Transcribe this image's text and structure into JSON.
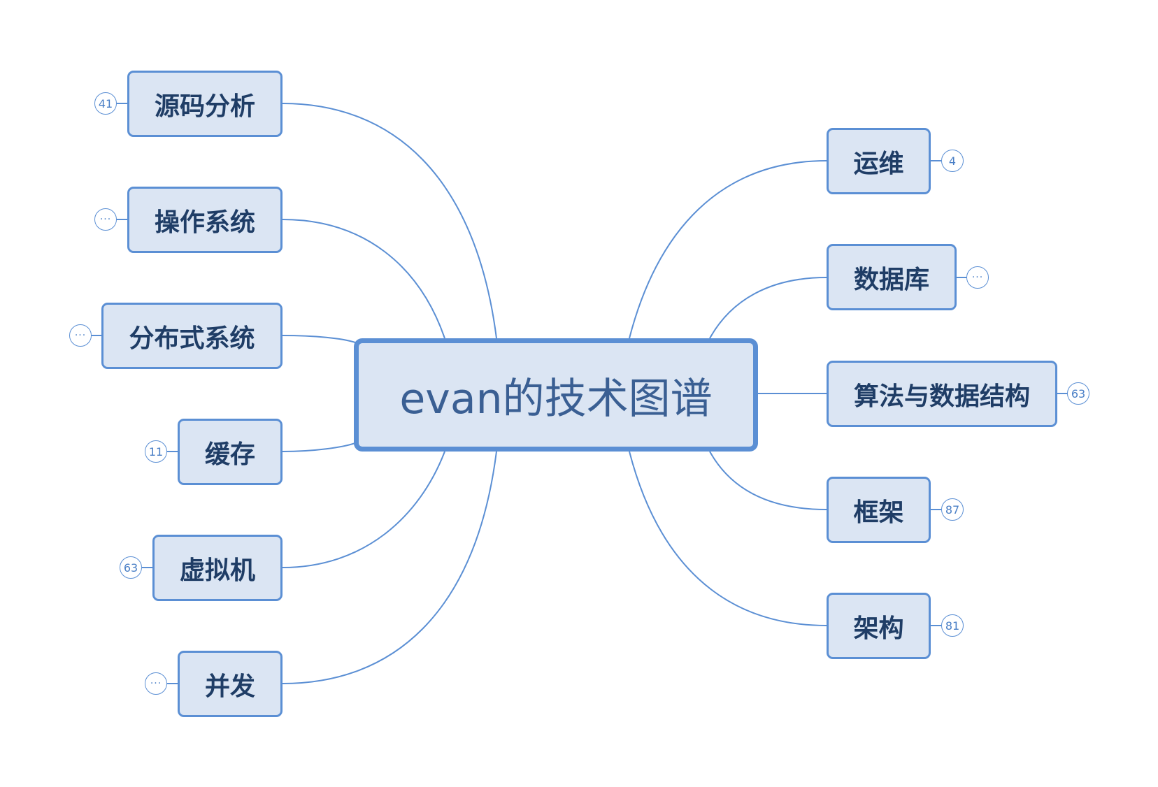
{
  "central": {
    "label": "evan的技术图谱"
  },
  "left_branches": [
    {
      "label": "源码分析",
      "badge": "41"
    },
    {
      "label": "操作系统",
      "badge": "···"
    },
    {
      "label": "分布式系统",
      "badge": "···"
    },
    {
      "label": "缓存",
      "badge": "11"
    },
    {
      "label": "虚拟机",
      "badge": "63"
    },
    {
      "label": "并发",
      "badge": "···"
    }
  ],
  "right_branches": [
    {
      "label": "运维",
      "badge": "4"
    },
    {
      "label": "数据库",
      "badge": "···"
    },
    {
      "label": "算法与数据结构",
      "badge": "63"
    },
    {
      "label": "框架",
      "badge": "87"
    },
    {
      "label": "架构",
      "badge": "81"
    }
  ],
  "colors": {
    "node_fill": "#dbe5f3",
    "node_border": "#5b8fd4",
    "connector": "#5b8fd4",
    "text": "#1f3d66"
  }
}
